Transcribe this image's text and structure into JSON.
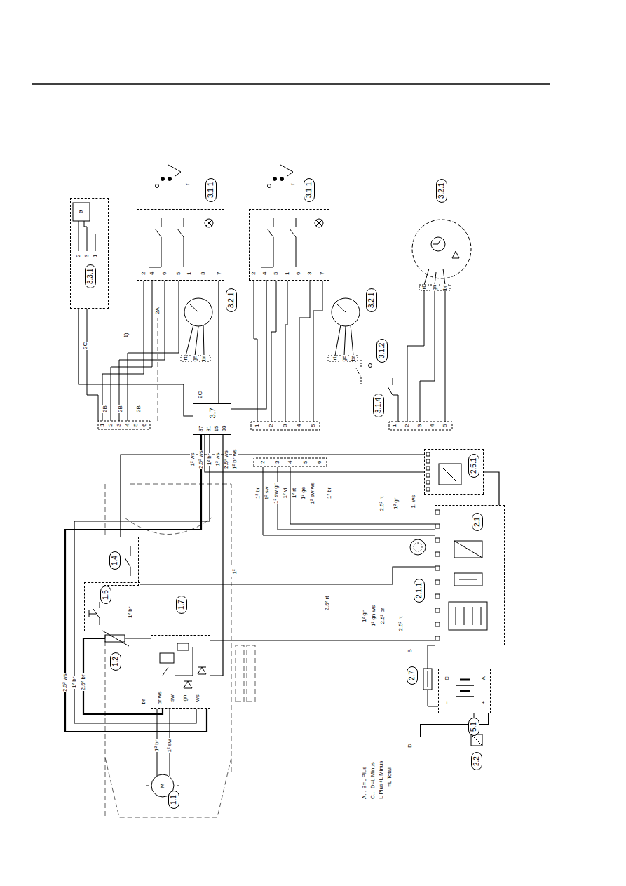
{
  "diagram": {
    "nodes": [
      {
        "text": [
          "1.1"
        ]
      },
      {
        "text": [
          "1.2"
        ]
      },
      {
        "text": [
          "1.4"
        ]
      },
      {
        "text": [
          "1.5"
        ]
      },
      {
        "text": [
          "1.7"
        ]
      },
      {
        "text": [
          "2.1"
        ]
      },
      {
        "text": [
          "2.5.1"
        ]
      },
      {
        "text": [
          "2.7"
        ]
      },
      {
        "text": [
          "2.1.1"
        ]
      },
      {
        "text": [
          "2.2"
        ]
      },
      {
        "text": [
          "5.1"
        ]
      },
      {
        "text": [
          "3.7"
        ]
      },
      {
        "text": [
          "3.3.1"
        ]
      },
      {
        "text": [
          "3.1.1"
        ]
      },
      {
        "text": [
          "3.2.1"
        ]
      },
      {
        "text": [
          "3.1.1"
        ]
      },
      {
        "text": [
          "3.2.1"
        ]
      },
      {
        "text": [
          "3.2.1"
        ]
      },
      {
        "text": [
          "3.1.2"
        ]
      },
      {
        "text": [
          "3.1.4"
        ]
      }
    ],
    "edges": [
      {
        "from": 11,
        "to": 6,
        "arrow": "none"
      },
      {
        "from": 11,
        "to": 4,
        "arrow": "none"
      },
      {
        "from": 4,
        "to": 5,
        "arrow": "none"
      },
      {
        "from": 3,
        "to": 5,
        "arrow": "none"
      },
      {
        "from": 6,
        "to": 5,
        "arrow": "none"
      },
      {
        "from": 12,
        "to": 11,
        "arrow": "none"
      },
      {
        "from": 13,
        "to": 11,
        "arrow": "none"
      },
      {
        "from": 15,
        "to": 11,
        "arrow": "none"
      },
      {
        "from": 2,
        "to": 6,
        "arrow": "none"
      }
    ],
    "labels": [
      "2.5² ws",
      "1² br",
      "2.5² br",
      "1² br",
      "1² sw",
      "br",
      "br ws",
      "sw",
      "gn",
      "ws",
      "1² br",
      "1²",
      "2.5² rt",
      "1² gn",
      "1² gn ws",
      "2.5² br",
      "2.5² rt",
      "1² ws",
      "2.5² ws",
      "1² br",
      "1² ws",
      "2.5² ws",
      "1² br ws",
      "87",
      "31",
      "15",
      "30",
      "2",
      "3",
      "4",
      "5",
      "6",
      "1² br",
      "1² sw",
      "1² sw gn",
      "1² vi",
      "1² rt",
      "1² ge",
      "1² sw ws",
      "1² br",
      "2.5² rt",
      "1² gr",
      "1. ws",
      "1",
      "2",
      "3",
      "4",
      "5",
      "6",
      "2B",
      "2B",
      "2B",
      "2C",
      "2C",
      "2A",
      "1)",
      "1",
      "2",
      "3",
      "4",
      "5",
      "1",
      "2",
      "3",
      "4",
      "5",
      "2",
      "4",
      "6",
      "5",
      "1",
      "3",
      "7",
      "2",
      "4",
      "5",
      "1",
      "6",
      "3",
      "7",
      "rt",
      "ge",
      "br",
      "rt",
      "ge",
      "br",
      "rt",
      "gn",
      "br",
      "2",
      "3",
      "1",
      "ϑ",
      "M",
      "A... B=L Plus",
      "C... D=L Minus",
      "L Plus+L Minus",
      "=L Total",
      "B",
      "D",
      "−",
      "C",
      "+",
      "A",
      "f",
      "f"
    ]
  }
}
